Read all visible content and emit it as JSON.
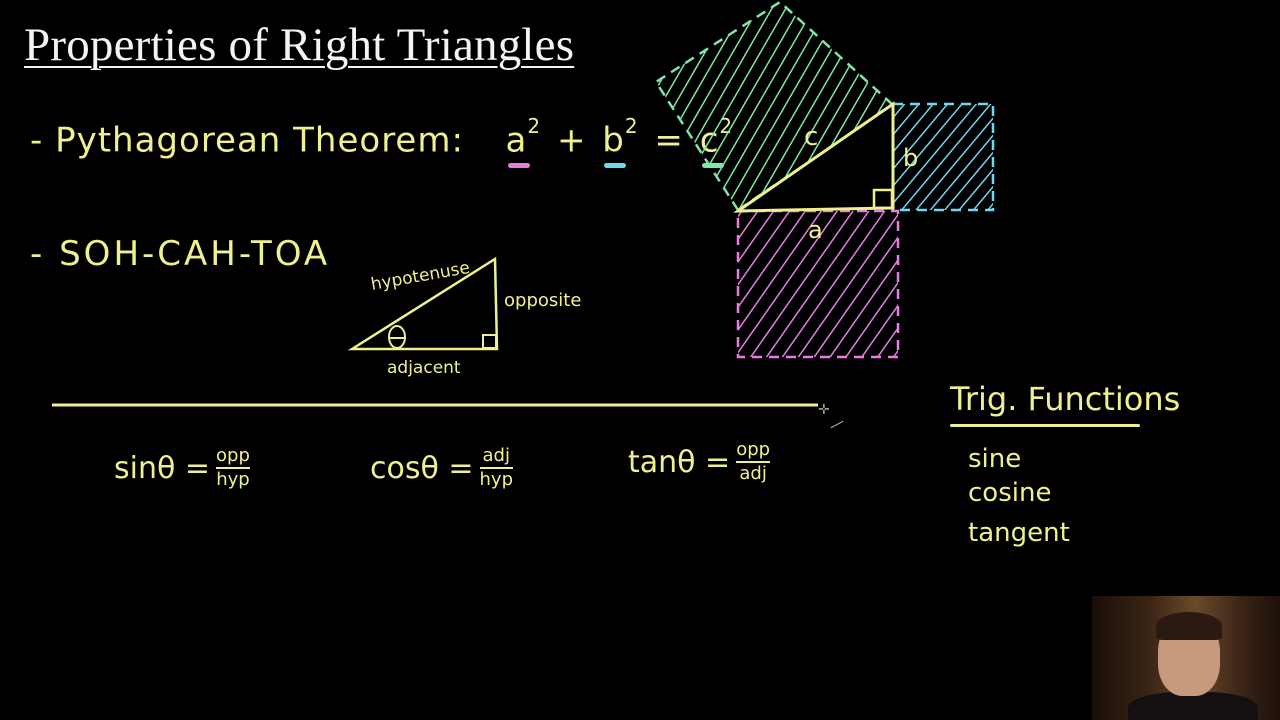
{
  "slide": {
    "title": "Properties of Right Triangles",
    "bullets": [
      {
        "dash": "-",
        "label": "Pythagorean Theorem:"
      },
      {
        "dash": "-",
        "label": "SOH-CAH-TOA"
      }
    ],
    "theorem": {
      "a": "a",
      "b": "b",
      "c": "c",
      "exp": "2",
      "plus": "+",
      "equals": "=",
      "colors": {
        "a": "#e87de0",
        "b": "#6fd8ee",
        "c": "#7fe6a8"
      }
    }
  },
  "small_triangle": {
    "hypotenuse": "hypotenuse",
    "opposite": "opposite",
    "adjacent": "adjacent",
    "angle": "θ"
  },
  "big_diagram": {
    "side_a": "a",
    "side_b": "b",
    "side_c": "c",
    "colors": {
      "triangle": "#f1f08e",
      "square_a": "#e87de0",
      "square_b": "#6fd8ee",
      "square_c": "#7fe6a8"
    }
  },
  "ratios": [
    {
      "fn": "sinθ =",
      "num": "opp",
      "den": "hyp"
    },
    {
      "fn": "cosθ =",
      "num": "adj",
      "den": "hyp"
    },
    {
      "fn": "tanθ =",
      "num": "opp",
      "den": "adj"
    }
  ],
  "trig_functions": {
    "title": "Trig. Functions",
    "items": [
      "sine",
      "cosine",
      "tangent"
    ]
  },
  "colors": {
    "ink": "#f1f08e",
    "background": "#000000",
    "title": "#f4f4f4"
  }
}
